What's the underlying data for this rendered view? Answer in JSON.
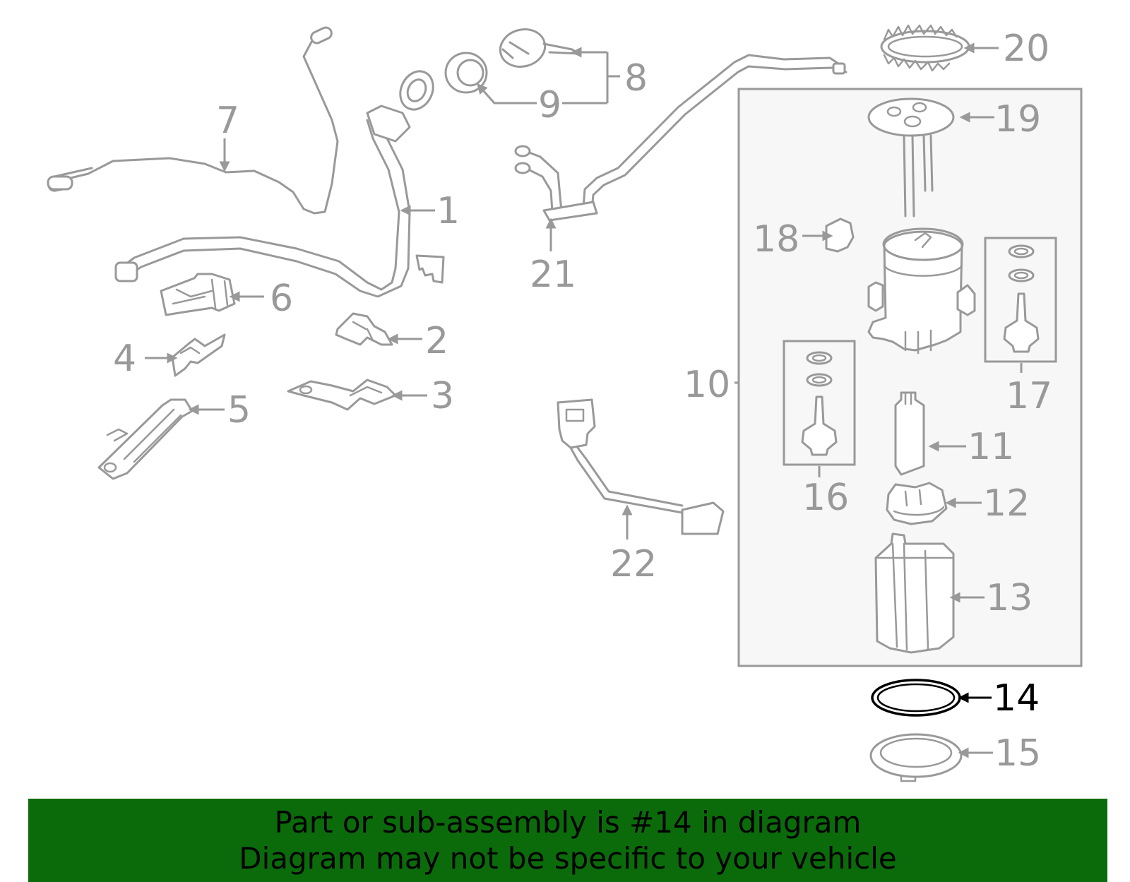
{
  "colors": {
    "line": "#999999",
    "highlight": "#000000",
    "banner_bg": "#0b6b0b",
    "box_fill": "#f7f7f7"
  },
  "highlighted_part": "14",
  "callouts": {
    "c1": "1",
    "c2": "2",
    "c3": "3",
    "c4": "4",
    "c5": "5",
    "c6": "6",
    "c7": "7",
    "c8": "8",
    "c9": "9",
    "c10": "10",
    "c11": "11",
    "c12": "12",
    "c13": "13",
    "c14": "14",
    "c15": "15",
    "c16": "16",
    "c17": "17",
    "c18": "18",
    "c19": "19",
    "c20": "20",
    "c21": "21",
    "c22": "22"
  },
  "banner": {
    "line1": "Part or sub-assembly is #14 in diagram",
    "line2": "Diagram may not be specific to your vehicle"
  }
}
